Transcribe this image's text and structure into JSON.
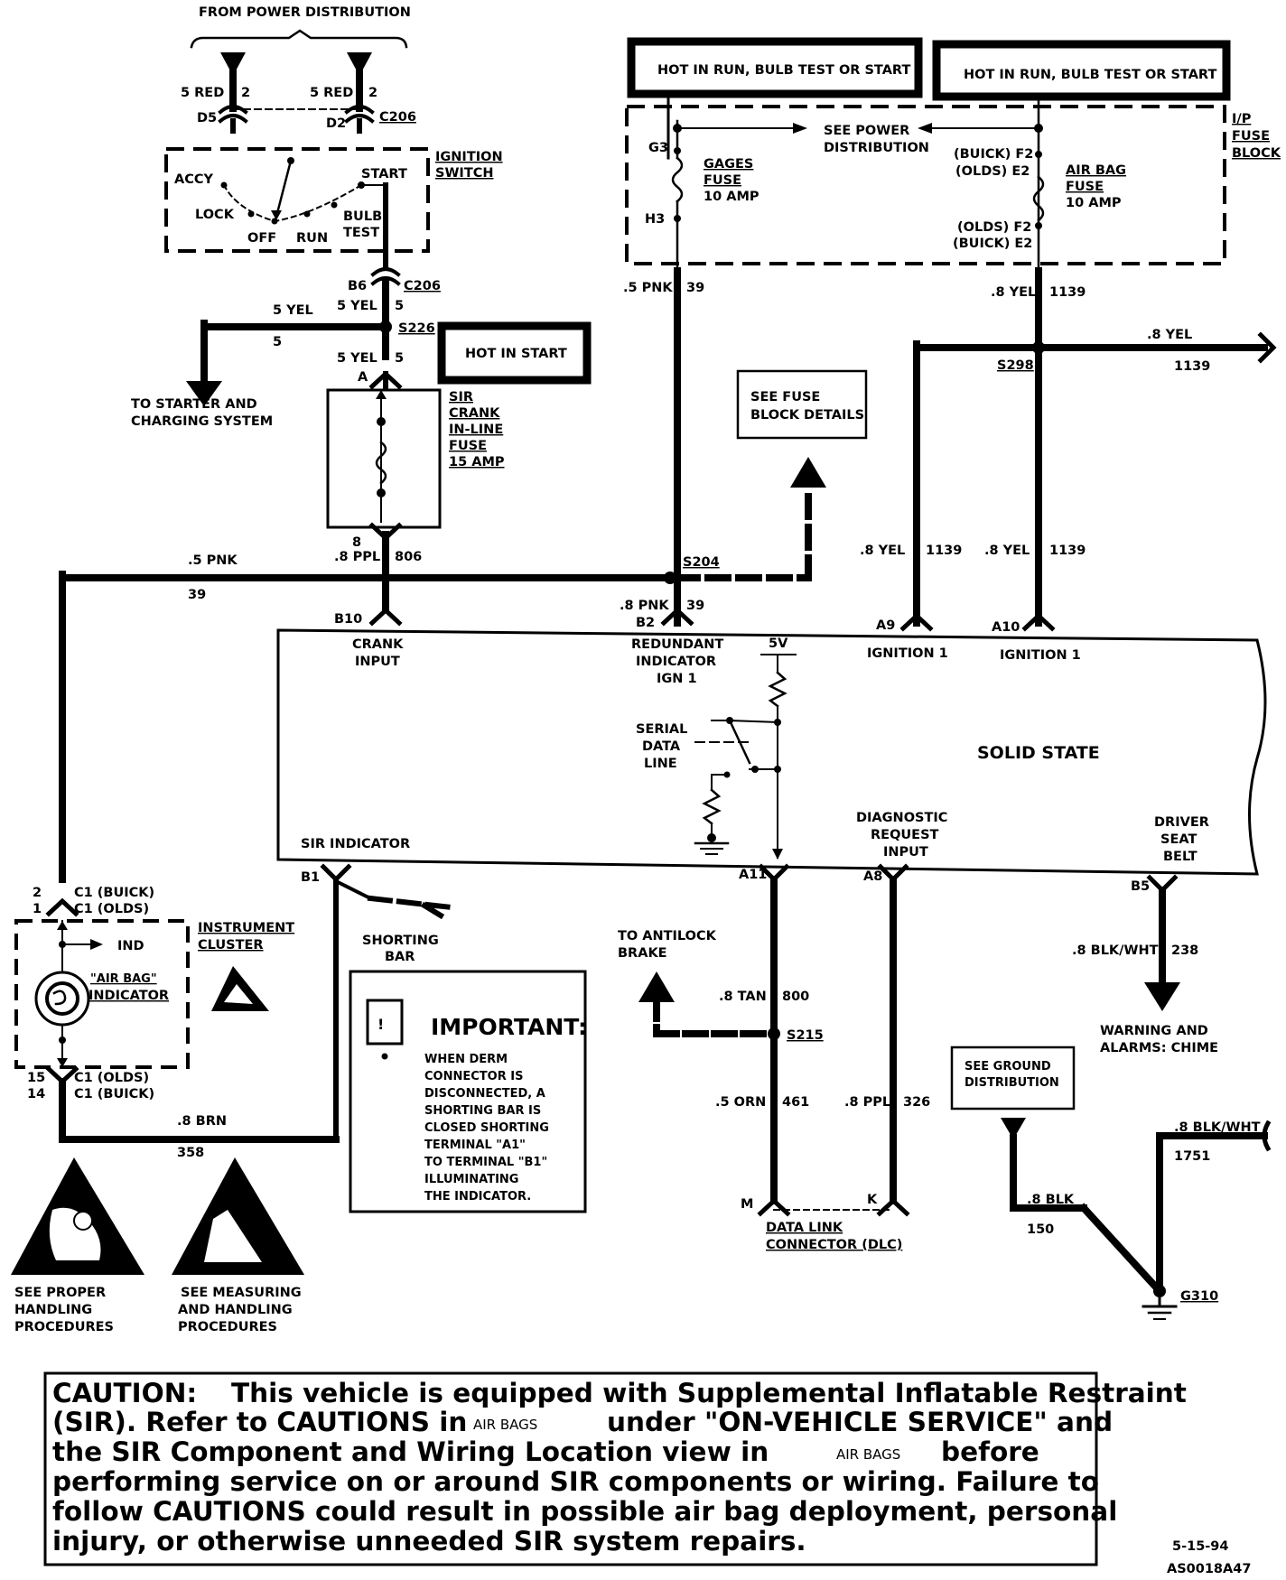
{
  "labels": {
    "power_dist": "FROM POWER DISTRIBUTION",
    "red_left": "5 RED",
    "pin_2a": "2",
    "d5": "D5",
    "red_right": "5 RED",
    "pin_2b": "2",
    "d2": "D2",
    "c206_top": "C206",
    "ign_switch_1": "IGNITION",
    "ign_switch_2": "SWITCH",
    "accy": "ACCY",
    "lock": "LOCK",
    "off": "OFF",
    "run": "RUN",
    "start": "START",
    "bulb_test_1": "BULB",
    "bulb_test_2": "TEST",
    "b6": "B6",
    "c206_mid": "C206",
    "yel_5a": "5 YEL",
    "pin_5a": "5",
    "yel_5b": "5 YEL",
    "pin_5b": "5",
    "s226": "S226",
    "yel_5c": "5 YEL",
    "pin_5c": "5",
    "pin_a": "A",
    "hot_in_start": "HOT IN START",
    "starter_1": "TO STARTER AND",
    "starter_2": "CHARGING SYSTEM",
    "sir_fuse_1": "SIR",
    "sir_fuse_2": "CRANK",
    "sir_fuse_3": "IN-LINE",
    "sir_fuse_4": "FUSE",
    "sir_fuse_5": "15 AMP",
    "pin_8": "8",
    "ppl_8": ".8 PPL",
    "w806": "806",
    "b10": "B10",
    "pnk_5": ".5 PNK",
    "w39_left": "39",
    "hot_run_1": "HOT IN RUN, BULB TEST OR START",
    "hot_run_2": "HOT IN RUN, BULB TEST OR START",
    "g3": "G3",
    "h3": "H3",
    "gages_1": "GAGES",
    "gages_2": "FUSE",
    "gages_3": "10 AMP",
    "see_power_1": "SEE POWER",
    "see_power_2": "DISTRIBUTION",
    "buick_f2": "(BUICK)  F2",
    "olds_e2": "(OLDS)  E2",
    "airbag_1": "AIR BAG",
    "airbag_2": "FUSE",
    "airbag_3": "10 AMP",
    "olds_f2": "(OLDS)  F2",
    "buick_e2": "(BUICK)  E2",
    "ip_1": "I/P",
    "ip_2": "FUSE",
    "ip_3": "BLOCK",
    "pnk_39": ".5 PNK",
    "w39_a": "39",
    "yel_8a": ".8 YEL",
    "w1139_a": "1139",
    "yel_8b": ".8 YEL",
    "w1139_b": "1139",
    "s298": "S298",
    "fuse_details_1": "SEE FUSE",
    "fuse_details_2": "BLOCK DETAILS",
    "s204": "S204",
    "pnk_8": ".8 PNK",
    "w39_b": "39",
    "b2": "B2",
    "yel_8c": ".8 YEL",
    "w1139_c": "1139",
    "yel_8d": ".8 YEL",
    "w1139_d": "1139",
    "a9": "A9",
    "a10": "A10",
    "crank_in_1": "CRANK",
    "crank_in_2": "INPUT",
    "redundant_1": "REDUNDANT",
    "redundant_2": "INDICATOR",
    "redundant_3": "IGN 1",
    "v5": "5V",
    "ign1_a": "IGNITION 1",
    "ign1_b": "IGNITION 1",
    "serial_1": "SERIAL",
    "serial_2": "DATA",
    "serial_3": "LINE",
    "solid_state": "SOLID STATE",
    "sir_indicator": "SIR INDICATOR",
    "diag_1": "DIAGNOSTIC",
    "diag_2": "REQUEST",
    "diag_3": "INPUT",
    "seat_1": "DRIVER",
    "seat_2": "SEAT",
    "seat_3": "BELT",
    "b1": "B1",
    "a11": "A11",
    "a8": "A8",
    "b5": "B5",
    "c1_pin2": "2",
    "c1_buick_top": "C1  (BUICK)",
    "c1_pin1": "1",
    "c1_olds_top": "C1  (OLDS)",
    "cluster_1": "INSTRUMENT",
    "cluster_2": "CLUSTER",
    "ind": "IND",
    "airbag_ind_1": "\"AIR BAG\"",
    "airbag_ind_2": "INDICATOR",
    "c1_pin15": "15",
    "c1_olds_bot": "C1  (OLDS)",
    "c1_pin14": "14",
    "c1_buick_bot": "C1  (BUICK)",
    "brn_8": ".8 BRN",
    "w358": "358",
    "shorting_1": "SHORTING",
    "shorting_2": "BAR",
    "important": "IMPORTANT:",
    "imp_1": "WHEN DERM",
    "imp_2": "CONNECTOR IS",
    "imp_3": "DISCONNECTED, A",
    "imp_4": "SHORTING BAR IS",
    "imp_5": "CLOSED SHORTING",
    "imp_6": "TERMINAL \"A1\"",
    "imp_7": "TO TERMINAL \"B1\"",
    "imp_8": "ILLUMINATING",
    "imp_9": "THE INDICATOR.",
    "antilock_1": "TO ANTILOCK",
    "antilock_2": "BRAKE",
    "tan_8": ".8 TAN",
    "w800": "800",
    "s215": "S215",
    "orn_5": ".5 ORN",
    "w461": "461",
    "ppl_8b": ".8 PPL",
    "w326": "326",
    "pin_m": "M",
    "pin_k": "K",
    "dlc_1": "DATA LINK",
    "dlc_2": "CONNECTOR (DLC)",
    "blkwht_8": ".8 BLK/WHT",
    "w238": "238",
    "chime_1": "WARNING AND",
    "chime_2": "ALARMS:  CHIME",
    "ground_1": "SEE  GROUND",
    "ground_2": "DISTRIBUTION",
    "blkwht_8b": ".8  BLK/WHT",
    "w1751": "1751",
    "blk_8": ".8  BLK",
    "w150": "150",
    "g310": "G310",
    "handling_1": "SEE PROPER",
    "handling_2": "HANDLING",
    "handling_3": "PROCEDURES",
    "measuring_1": "SEE MEASURING",
    "measuring_2": "AND HANDLING",
    "measuring_3": "PROCEDURES",
    "date": "5-15-94",
    "doc_id": "AS0018A47"
  },
  "caution": {
    "l1_prefix": "CAUTION:",
    "l1_rest": "This vehicle is equipped with Supplemental Inflatable Restraint",
    "l2a": "(SIR).  Refer to CAUTIONS in",
    "l2b": "AIR BAGS",
    "l2c": "under \"ON-VEHICLE SERVICE\" and",
    "l3a": "the SIR Component and Wiring Location view in",
    "l3b": "AIR BAGS",
    "l3c": "before",
    "l4": "performing service on or around SIR components or wiring.  Failure to",
    "l5": "follow CAUTIONS could result in possible air bag deployment, personal",
    "l6": "injury, or otherwise unneeded SIR system repairs."
  }
}
